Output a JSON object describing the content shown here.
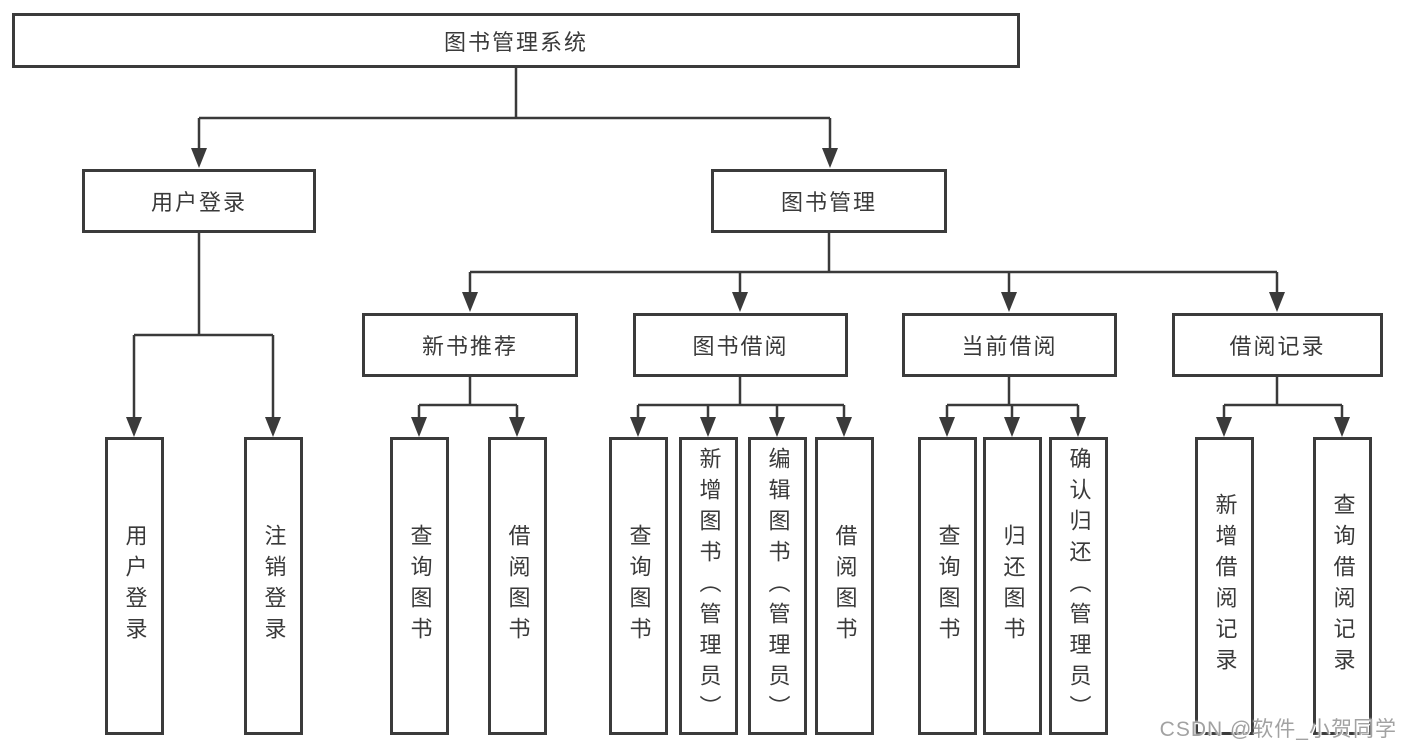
{
  "diagram": {
    "root": {
      "label": "图书管理系统"
    },
    "branches": [
      {
        "label": "用户登录",
        "children": [
          {
            "label": "用户登录"
          },
          {
            "label": "注销登录"
          }
        ]
      },
      {
        "label": "图书管理",
        "children": [
          {
            "label": "新书推荐",
            "children": [
              {
                "label": "查询图书"
              },
              {
                "label": "借阅图书"
              }
            ]
          },
          {
            "label": "图书借阅",
            "children": [
              {
                "label": "查询图书"
              },
              {
                "label": "新增图书（管理员）"
              },
              {
                "label": "编辑图书（管理员）"
              },
              {
                "label": "借阅图书"
              }
            ]
          },
          {
            "label": "当前借阅",
            "children": [
              {
                "label": "查询图书"
              },
              {
                "label": "归还图书"
              },
              {
                "label": "确认归还（管理员）"
              }
            ]
          },
          {
            "label": "借阅记录",
            "children": [
              {
                "label": "新增借阅记录"
              },
              {
                "label": "查询借阅记录"
              }
            ]
          }
        ]
      }
    ]
  },
  "watermark": {
    "text": "CSDN @软件_小贺同学"
  },
  "colors": {
    "line": "#3a3a3a",
    "border": "#3b3b3b",
    "background": "#ffffff"
  }
}
